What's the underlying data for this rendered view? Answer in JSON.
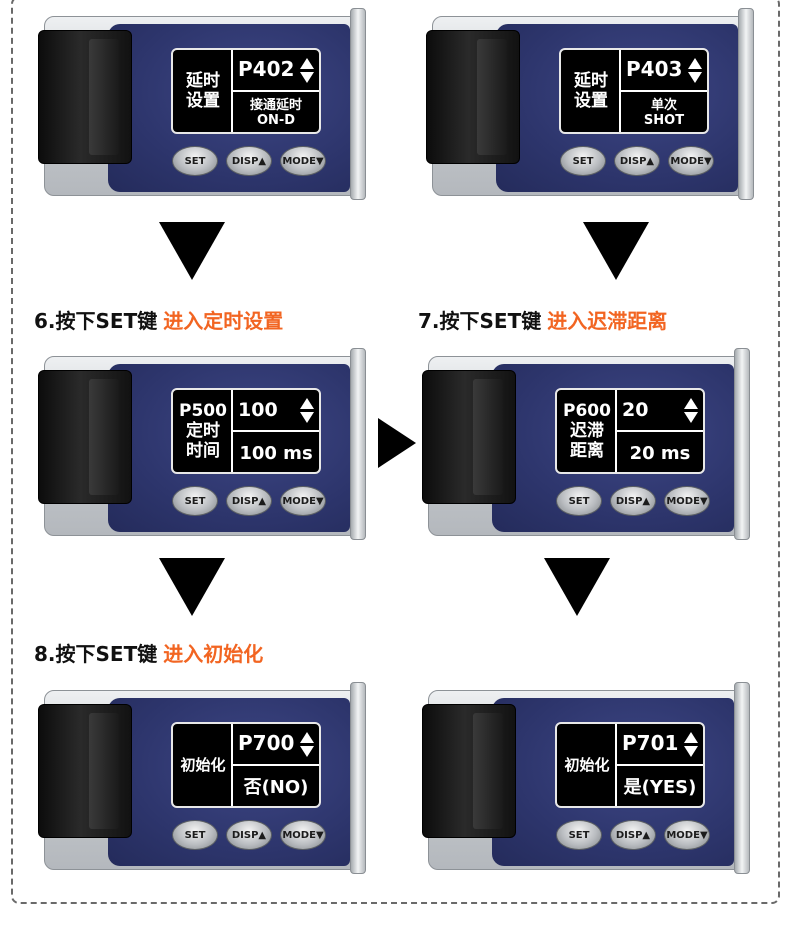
{
  "steps": {
    "s6": {
      "prefix": "6.按下SET键",
      "action": "进入定时设置"
    },
    "s7": {
      "prefix": "7.按下SET键",
      "action": "进入迟滞距离"
    },
    "s8": {
      "prefix": "8.按下SET键",
      "action": "进入初始化"
    }
  },
  "buttons": {
    "set": "SET",
    "disp": "DISP▲",
    "mode": "MODE▼"
  },
  "devices": {
    "p402": {
      "left": "延时设置",
      "param": "P402",
      "value_line1": "接通延时",
      "value_line2": "ON-D"
    },
    "p403": {
      "left": "延时设置",
      "param": "P403",
      "value_line1": "单次",
      "value_line2": "SHOT"
    },
    "p500": {
      "left_line1": "P500",
      "left_line2": "定时",
      "left_line3": "时间",
      "param": "100",
      "value": "100 ms"
    },
    "p600": {
      "left_line1": "P600",
      "left_line2": "迟滞",
      "left_line3": "距离",
      "param": "20",
      "value": "20 ms"
    },
    "p700": {
      "left": "初始化",
      "param": "P700",
      "value": "否(NO)"
    },
    "p701": {
      "left": "初始化",
      "param": "P701",
      "value": "是(YES)"
    }
  },
  "colors": {
    "highlight": "#f26522",
    "panel": "#2d356c",
    "lcd": "#000000"
  }
}
